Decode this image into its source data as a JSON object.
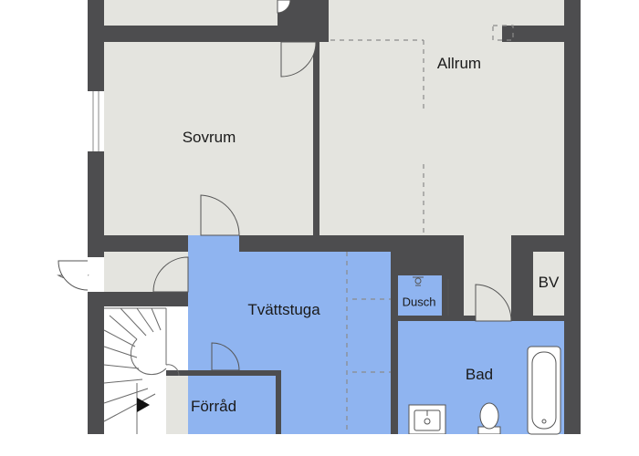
{
  "rooms": {
    "allrum": "Allrum",
    "sovrum": "Sovrum",
    "tvattstuga": "Tvättstuga",
    "dusch": "Dusch",
    "bad": "Bad",
    "forrad": "Förråd",
    "bv": "BV"
  },
  "colors": {
    "wall": "#4d4d4f",
    "floor": "#e4e4df",
    "wet_area": "#8fb4f0",
    "dashed": "#8a8a8a",
    "fixture": "#5a5a5a"
  }
}
